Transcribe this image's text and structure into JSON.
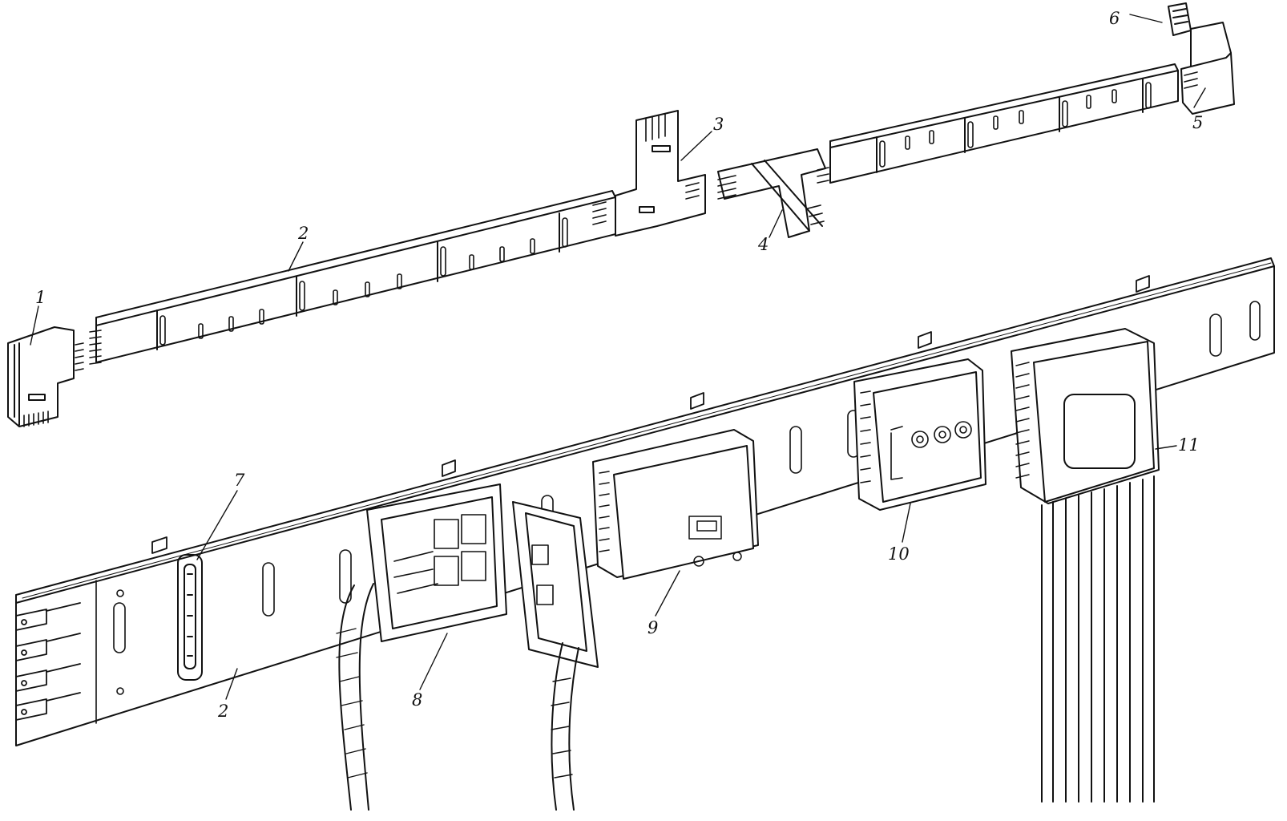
{
  "figure": {
    "callouts": [
      {
        "id": "end-cap",
        "label": "1"
      },
      {
        "id": "straight-section-a",
        "label": "2"
      },
      {
        "id": "tee-section",
        "label": "3"
      },
      {
        "id": "cross-section",
        "label": "4"
      },
      {
        "id": "corner-section",
        "label": "5"
      },
      {
        "id": "end-plug",
        "label": "6"
      },
      {
        "id": "joint",
        "label": "7"
      },
      {
        "id": "straight-section-b",
        "label": "2"
      },
      {
        "id": "branch-box-open",
        "label": "8"
      },
      {
        "id": "branch-box-switch",
        "label": "9"
      },
      {
        "id": "branch-box-fuse",
        "label": "10"
      },
      {
        "id": "feed-box",
        "label": "11"
      }
    ]
  }
}
